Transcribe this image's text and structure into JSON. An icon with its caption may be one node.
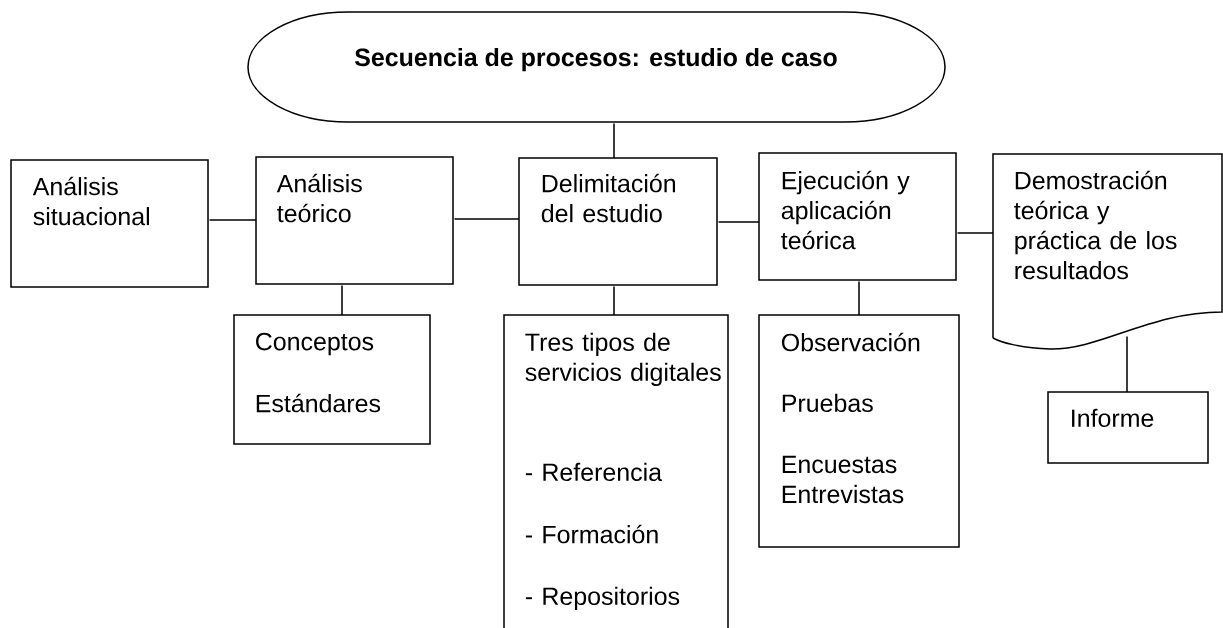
{
  "diagram": {
    "nodes": [
      {
        "text": [
          "Secuencia de procesos: estudio de caso"
        ]
      },
      {
        "text": [
          "Análisis situacional"
        ]
      },
      {
        "text": [
          "Análisis teórico"
        ]
      },
      {
        "text": [
          "Delimitación del estudio"
        ]
      },
      {
        "text": [
          "Ejecución y aplicación teórica"
        ]
      },
      {
        "text": [
          "Demostración teórica y práctica de los resultados"
        ]
      },
      {
        "text": [
          "Conceptos",
          "Estándares"
        ]
      },
      {
        "text": [
          "Tres tipos de servicios digitales",
          "- Referencia",
          "- Formación",
          "- Repositorios"
        ]
      },
      {
        "text": [
          "Observación",
          "Pruebas",
          "Encuestas Entrevistas"
        ]
      },
      {
        "text": [
          "Informe"
        ]
      }
    ],
    "edges": [
      {
        "from": 0,
        "to": 3,
        "arrow": "none"
      },
      {
        "from": 1,
        "to": 2,
        "arrow": "none"
      },
      {
        "from": 2,
        "to": 3,
        "arrow": "none"
      },
      {
        "from": 3,
        "to": 4,
        "arrow": "none"
      },
      {
        "from": 4,
        "to": 5,
        "arrow": "none"
      },
      {
        "from": 2,
        "to": 6,
        "arrow": "none"
      },
      {
        "from": 3,
        "to": 7,
        "arrow": "none"
      },
      {
        "from": 4,
        "to": 8,
        "arrow": "none"
      },
      {
        "from": 5,
        "to": 9,
        "arrow": "none"
      }
    ]
  }
}
